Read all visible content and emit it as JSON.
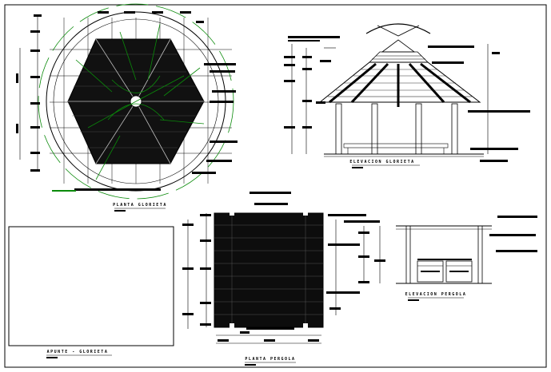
{
  "drawing": {
    "captions": {
      "plan_gazebo": "PLANTA GLORIETA",
      "elev_gazebo": "ELEVACION GLORIETA",
      "plan_pergola": "PLANTA PERGOLA",
      "elev_pergola": "ELEVACION PERGOLA",
      "note_box": "APUNTE - GLORIETA"
    },
    "colors": {
      "linework": "#000000",
      "plan_accent": "#0a8a0a",
      "paper": "#ffffff"
    }
  }
}
